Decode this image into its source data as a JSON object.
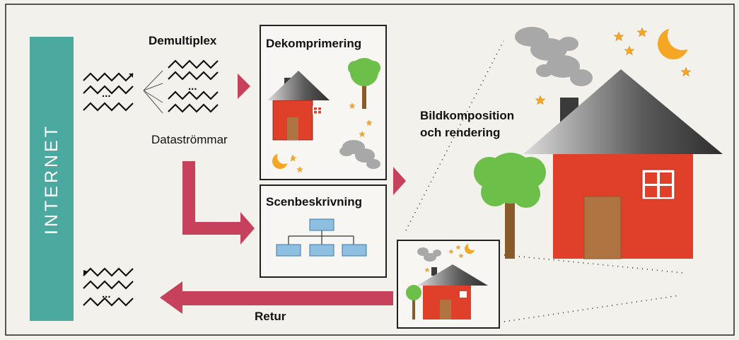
{
  "labels": {
    "internet": "INTERNET",
    "demultiplex": "Demultiplex",
    "datastrommar": "Dataströmmar",
    "dekomprimering": "Dekomprimering",
    "scenbeskrivning": "Scenbeskrivning",
    "bildkomposition_line1": "Bildkomposition",
    "bildkomposition_line2": "och rendering",
    "retur": "Retur",
    "ellipsis": "..."
  },
  "colors": {
    "internet_bar": "#4ba99f",
    "arrow": "#c8415c",
    "house_wall": "#e0402a",
    "house_door": "#b07442",
    "roof_dark": "#3a3a3a",
    "roof_light": "#dcdcdc",
    "tree": "#6cc04a",
    "trunk": "#8b5a2b",
    "star": "#f5a623",
    "moon": "#f5a623",
    "smoke": "#a8a8a8",
    "scene_box": "#8fbfe0"
  }
}
